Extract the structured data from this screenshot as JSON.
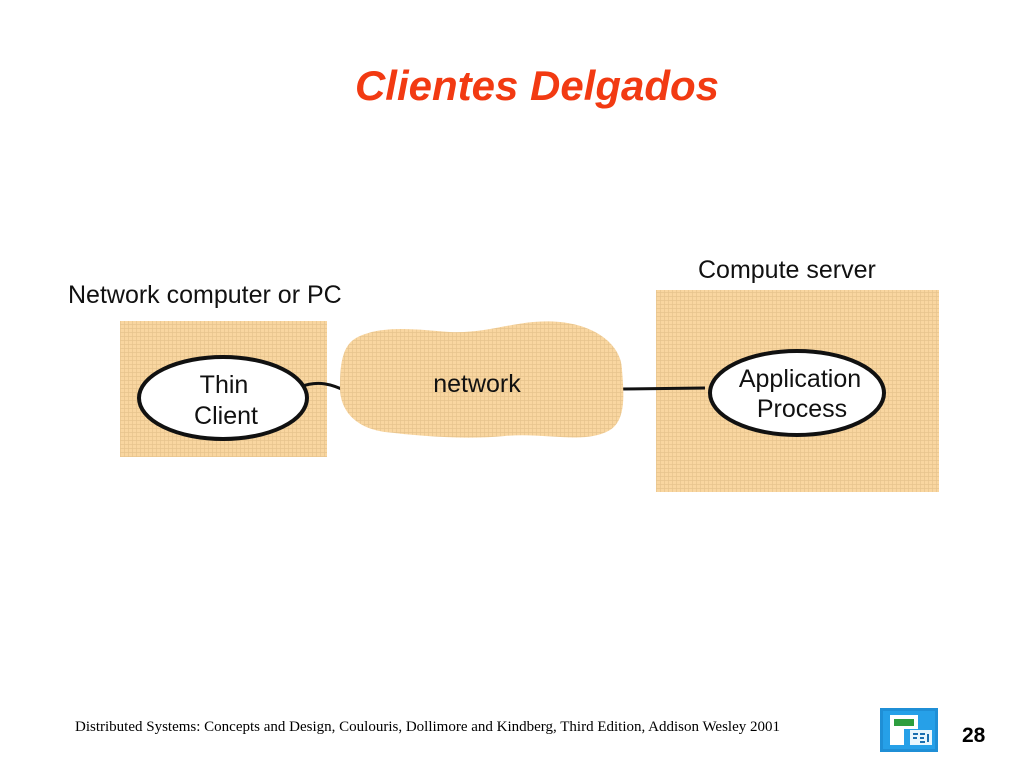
{
  "slide": {
    "title": "Clientes Delgados",
    "page_number": "28",
    "footer_citation": "Distributed Systems: Concepts and Design, Coulouris, Dollimore and Kindberg, Third Edition, Addison Wesley 2001",
    "logo_icon": "p-fei-logo-icon"
  },
  "diagram": {
    "client_box_label": "Network computer or PC",
    "server_box_label": "Compute server",
    "network_label": "network",
    "thin_client_line1": "Thin",
    "thin_client_line2": "Client",
    "app_process_line1": "Application",
    "app_process_line2": "Process",
    "colors": {
      "box_fill": "#f9d6a0",
      "box_grid": "#e2b87a",
      "ellipse_fill": "#ffffff",
      "stroke": "#111111",
      "title": "#f23a12"
    }
  }
}
